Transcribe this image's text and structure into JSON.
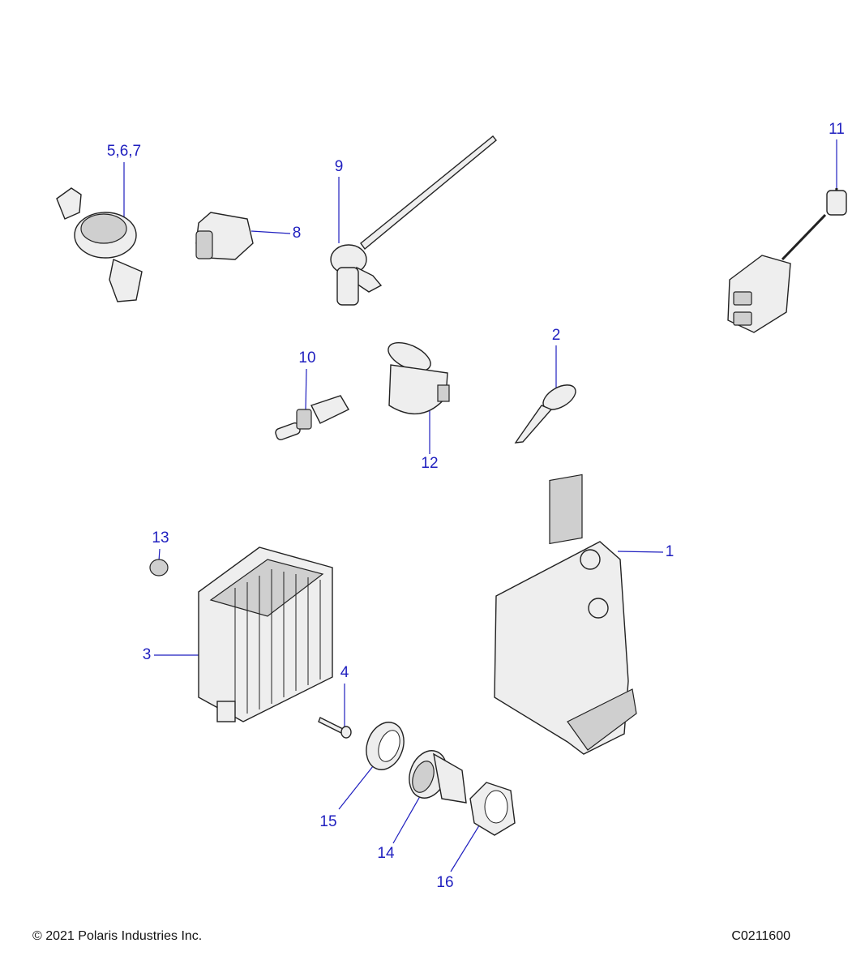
{
  "callouts": {
    "c567": "5,6,7",
    "c8": "8",
    "c9": "9",
    "c11": "11",
    "c10": "10",
    "c12": "12",
    "c2": "2",
    "c13": "13",
    "c3": "3",
    "c4": "4",
    "c1": "1",
    "c15": "15",
    "c14": "14",
    "c16": "16"
  },
  "footer": {
    "copyright": "© 2021 Polaris Industries Inc.",
    "diagram_code": "C0211600"
  },
  "colors": {
    "callout": "#1f1fbf",
    "part_fill": "#eeeeee",
    "outline": "#222222"
  }
}
